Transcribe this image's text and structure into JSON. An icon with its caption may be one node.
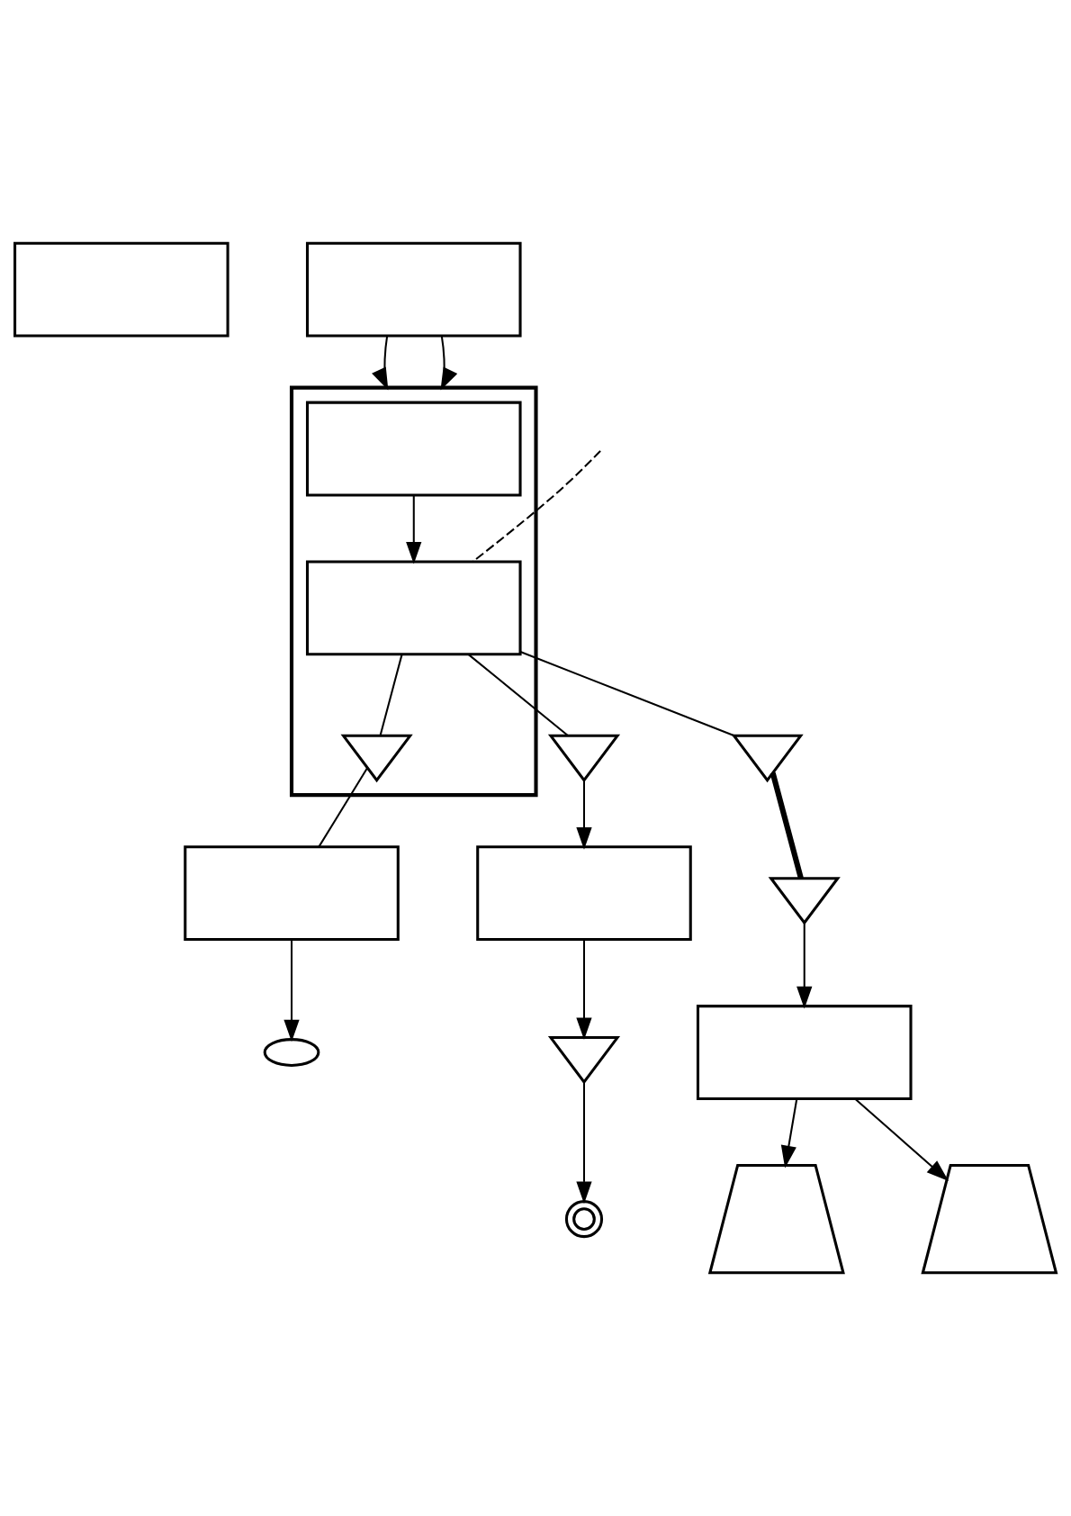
{
  "diagram": {
    "nodes": [
      {
        "text": [],
        "shape": "box"
      },
      {
        "text": [],
        "shape": "box"
      },
      {
        "text": [],
        "shape": "box"
      },
      {
        "text": [],
        "shape": "box",
        "in": 2
      },
      {
        "text": [],
        "shape": "box",
        "in": 2
      },
      {
        "text": [],
        "shape": "triangle",
        "in": 2
      },
      {
        "text": [],
        "shape": "triangle"
      },
      {
        "text": [],
        "shape": "box"
      },
      {
        "text": [],
        "shape": "triangle"
      },
      {
        "text": [],
        "shape": "circle"
      },
      {
        "text": [],
        "shape": "triangle"
      },
      {
        "text": [],
        "shape": "triangle"
      },
      {
        "text": [],
        "shape": "box"
      },
      {
        "text": [],
        "shape": "trapezoid"
      },
      {
        "text": [],
        "shape": "trapezoid"
      },
      {
        "text": [],
        "shape": "box"
      },
      {
        "text": [],
        "shape": "headphones"
      }
    ],
    "edges": [
      {
        "from": 1,
        "to": 2,
        "arrow": "to"
      },
      {
        "from": 1,
        "to": 2,
        "arrow": "to"
      },
      {
        "from": 3,
        "to": 4,
        "arrow": "to"
      },
      {
        "from": null,
        "to": 4,
        "arrow": "none",
        "style": "dashed"
      },
      {
        "from": 4,
        "to": 6,
        "arrow": "none"
      },
      {
        "from": 4,
        "to": 10,
        "arrow": "none"
      },
      {
        "from": 4,
        "to": 5,
        "arrow": "none"
      },
      {
        "from": 6,
        "to": 7,
        "arrow": "to"
      },
      {
        "from": 7,
        "to": 8,
        "arrow": "to"
      },
      {
        "from": 8,
        "to": 9,
        "arrow": "to"
      },
      {
        "from": 10,
        "to": 11,
        "arrow": "none",
        "style": "thick"
      },
      {
        "from": 11,
        "to": 12,
        "arrow": "to"
      },
      {
        "from": 12,
        "to": 13,
        "arrow": "to"
      },
      {
        "from": 12,
        "to": 14,
        "arrow": "to"
      },
      {
        "from": 5,
        "to": 15,
        "arrow": "none"
      },
      {
        "from": 15,
        "to": 16,
        "arrow": "to"
      }
    ]
  }
}
